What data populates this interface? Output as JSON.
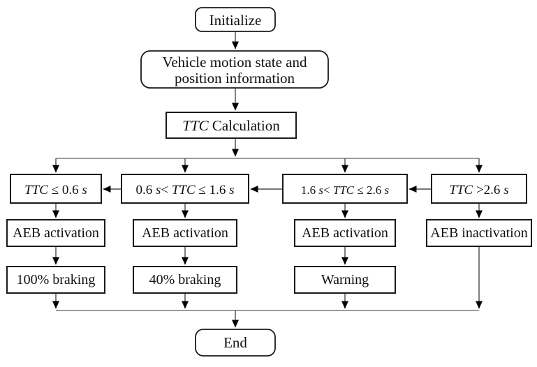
{
  "diagram": {
    "description": "AEB activation decision flowchart based on TTC thresholds",
    "colors": {
      "background": "#ffffff",
      "box_fill": "#ffffff",
      "box_border": "#1a1a1a",
      "connector": "#4a4a4a",
      "rail": "#7a7a7a",
      "text": "#111111",
      "arrowhead": "#000000"
    },
    "nodes": {
      "initialize": {
        "label": "Initialize"
      },
      "vehicle_info": {
        "line1": "Vehicle motion state and",
        "line2": "position information"
      },
      "ttc_calculation": {
        "segments": [
          {
            "t": "TTC",
            "i": true
          },
          {
            "t": " Calculation",
            "i": false
          }
        ]
      },
      "cond_ttc_le_06": {
        "segments": [
          {
            "t": "TTC",
            "i": true
          },
          {
            "t": " ≤ 0.6 ",
            "i": false
          },
          {
            "t": "s",
            "i": true
          }
        ]
      },
      "cond_06_to_16": {
        "segments": [
          {
            "t": "0.6 ",
            "i": false
          },
          {
            "t": "s",
            "i": true
          },
          {
            "t": "< ",
            "i": false
          },
          {
            "t": "TTC",
            "i": true
          },
          {
            "t": " ≤ 1.6 ",
            "i": false
          },
          {
            "t": "s",
            "i": true
          }
        ]
      },
      "cond_16_to_26": {
        "segments": [
          {
            "t": "1.6 ",
            "i": false
          },
          {
            "t": "s",
            "i": true
          },
          {
            "t": "< ",
            "i": false
          },
          {
            "t": "TTC",
            "i": true
          },
          {
            "t": " ≤ 2.6 ",
            "i": false
          },
          {
            "t": "s",
            "i": true
          }
        ]
      },
      "cond_ttc_gt_26": {
        "segments": [
          {
            "t": "TTC",
            "i": true
          },
          {
            "t": " >2.6 ",
            "i": false
          },
          {
            "t": "s",
            "i": true
          }
        ]
      },
      "aeb_activation_full": {
        "label": "AEB activation"
      },
      "aeb_activation_partial": {
        "label": "AEB activation"
      },
      "aeb_activation_warning": {
        "label": "AEB activation"
      },
      "aeb_inactivation": {
        "label": "AEB inactivation"
      },
      "braking_100": {
        "label": "100% braking"
      },
      "braking_40": {
        "label": "40% braking"
      },
      "warning": {
        "label": "Warning"
      },
      "end": {
        "label": "End"
      }
    }
  }
}
